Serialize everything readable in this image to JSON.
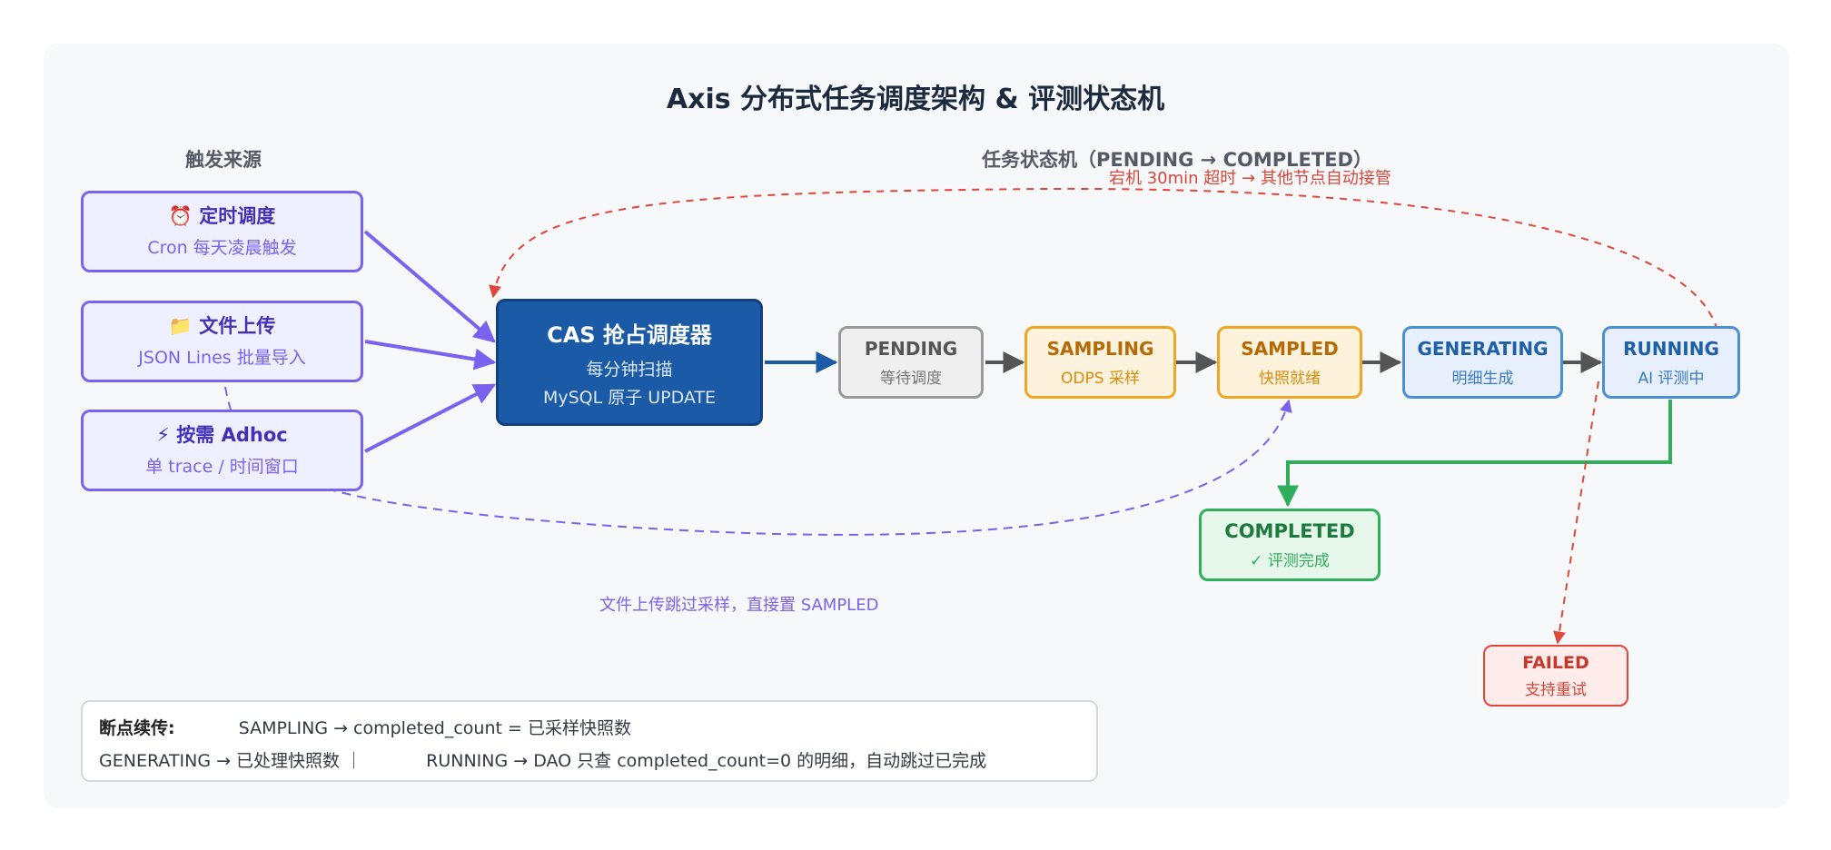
{
  "title": "Axis 分布式任务调度架构 & 评测状态机",
  "triggers_label": "触发来源",
  "state_machine_label": "任务状态机（PENDING → COMPLETED）",
  "triggers": [
    {
      "title": "⏰ 定时调度",
      "subtitle": "Cron 每天凌晨触发"
    },
    {
      "title": "📁 文件上传",
      "subtitle": "JSON Lines 批量导入"
    },
    {
      "title": "⚡ 按需 Adhoc",
      "subtitle": "单 trace / 时间窗口"
    }
  ],
  "scheduler": {
    "title": "CAS 抢占调度器",
    "line1": "每分钟扫描",
    "line2": "MySQL 原子 UPDATE"
  },
  "states": [
    {
      "name": "PENDING",
      "desc": "等待调度"
    },
    {
      "name": "SAMPLING",
      "desc": "ODPS 采样"
    },
    {
      "name": "SAMPLED",
      "desc": "快照就绪"
    },
    {
      "name": "GENERATING",
      "desc": "明细生成"
    },
    {
      "name": "RUNNING",
      "desc": "AI 评测中"
    },
    {
      "name": "COMPLETED",
      "desc": "✓ 评测完成"
    },
    {
      "name": "FAILED",
      "desc": "支持重试"
    }
  ],
  "annotations": {
    "takeover": "宕机 30min 超时 → 其他节点自动接管",
    "skip_sampling": "文件上传跳过采样，直接置 SAMPLED"
  },
  "resume_note": {
    "label": "断点续传:",
    "line1": "SAMPLING → completed_count = 已采样快照数",
    "line2a": "GENERATING → 已处理快照数 ｜",
    "line2b": "RUNNING → DAO 只查 completed_count=0 的明细，自动跳过已完成"
  },
  "colors": {
    "trigger_border": "#7b61f0",
    "scheduler_fill": "#1a5aa6",
    "pending": "#9a9a9a",
    "sampling": "#f0a623",
    "generating": "#4a8fd6",
    "completed": "#2fae5c",
    "failed": "#e0463a"
  }
}
